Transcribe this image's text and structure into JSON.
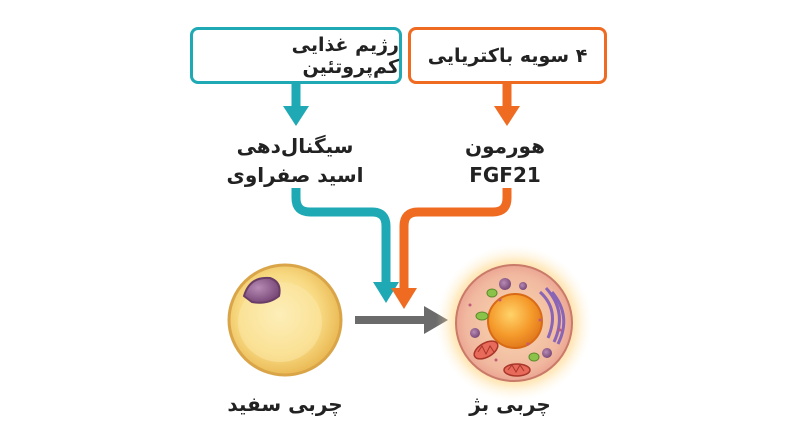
{
  "diagram": {
    "inputs": {
      "protein_diet": "رژیم غذایی کم‌پروتئین",
      "bacteria": "۴ سویه باکتریایی"
    },
    "mediators": {
      "bile_signaling_line1": "سیگنال‌دهی",
      "bile_signaling_line2": "اسید صفراوی",
      "hormone_line1": "هورمون",
      "hormone_line2": "FGF21"
    },
    "cells": {
      "white_fat": "چربی سفید",
      "brown_fat": "چربی بژ"
    },
    "colors": {
      "teal": "#1fa9b5",
      "orange": "#ef6b22",
      "gray_arrow": "#6b6b6b"
    }
  }
}
